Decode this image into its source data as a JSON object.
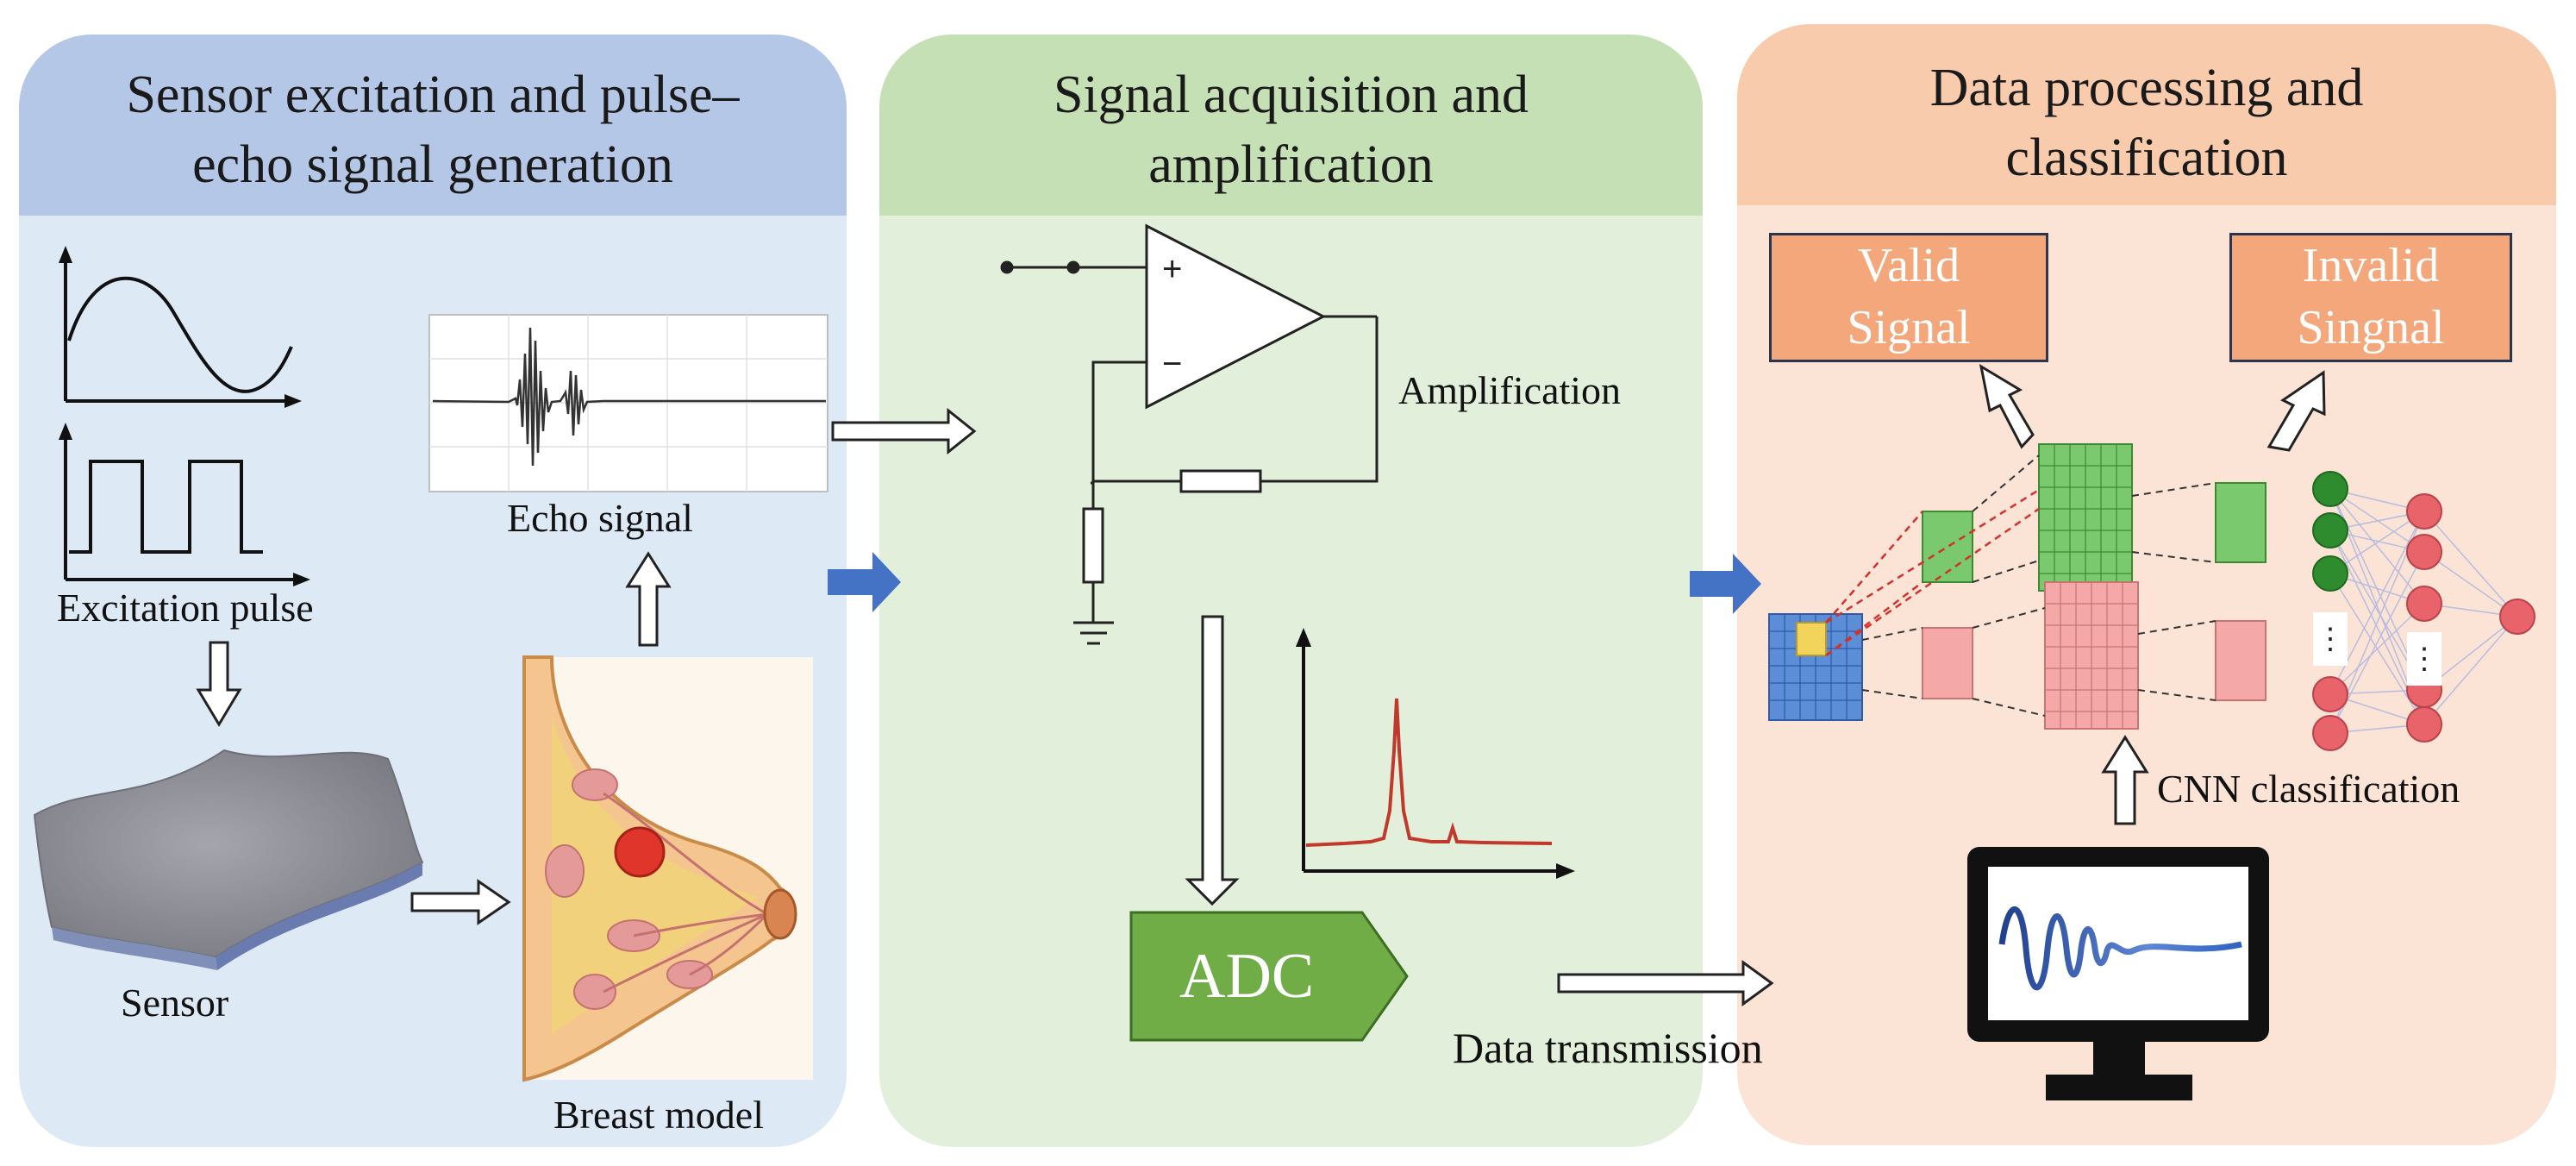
{
  "panels": {
    "excitation": {
      "title_line1": "Sensor excitation and pulse–",
      "title_line2": "echo signal generation",
      "header_color": "#b4c7e7",
      "body_color": "#dee9f6"
    },
    "acquisition": {
      "title_line1": "Signal acquisition and",
      "title_line2": "amplification",
      "header_color": "#c5e0b4",
      "body_color": "#e2efda"
    },
    "processing": {
      "title_line1": "Data processing and",
      "title_line2": "classification",
      "header_color": "#f8cbad",
      "body_color": "#fbe3d6"
    }
  },
  "labels": {
    "excitation_pulse": "Excitation  pulse",
    "echo_signal": "Echo  signal",
    "sensor": "Sensor",
    "breast_model": "Breast model",
    "amplification": "Amplification",
    "adc": "ADC",
    "data_transmission": "Data transmission",
    "cnn_classification": "CNN classification",
    "opamp_plus": "+",
    "opamp_minus": "−",
    "nn_ellipsis": "⋮"
  },
  "outputs": {
    "valid_line1": "Valid",
    "valid_line2": "Signal",
    "invalid_line1": "Invalid",
    "invalid_line2": "Singnal"
  },
  "colors": {
    "flow_arrow": "#4472c4",
    "adc_fill": "#70ad47",
    "output_box": "#f3a77a",
    "signal_red": "#c0392b",
    "feature_green": "#7bc96f",
    "feature_red": "#f4a9a8",
    "input_blue": "#5b8ed6",
    "nn_green": "#2e8b2e",
    "nn_red": "#e8636a",
    "breast_skin": "#f4c58e",
    "tumor": "#e0352b"
  }
}
